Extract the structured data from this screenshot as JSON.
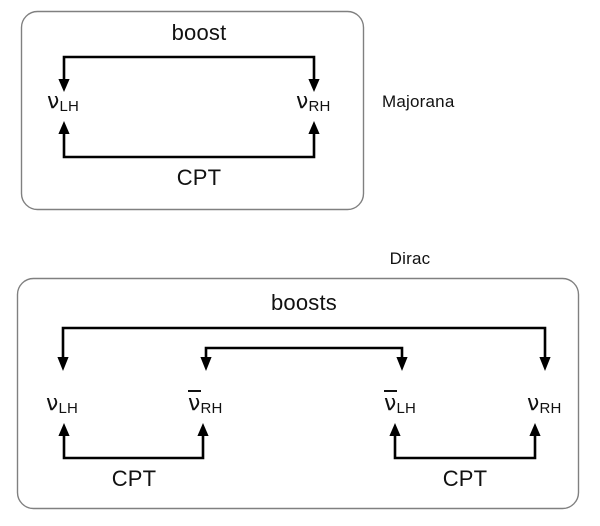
{
  "figure": {
    "background_color": "#ffffff",
    "ink_color": "#111111",
    "frame_color": "#808080"
  },
  "panels": [
    {
      "id": "majorana",
      "caption": "Majorana",
      "top_operation_label": "boost",
      "bottom_operation_labels": [
        "CPT"
      ],
      "states": [
        {
          "symbol": "ν",
          "bar": false,
          "subscript": "LH"
        },
        {
          "symbol": "ν",
          "bar": false,
          "subscript": "RH"
        }
      ]
    },
    {
      "id": "dirac",
      "caption": "Dirac",
      "top_operation_label": "boosts",
      "bottom_operation_labels": [
        "CPT",
        "CPT"
      ],
      "states": [
        {
          "symbol": "ν",
          "bar": false,
          "subscript": "LH"
        },
        {
          "symbol": "ν",
          "bar": true,
          "subscript": "RH"
        },
        {
          "symbol": "ν",
          "bar": true,
          "subscript": "LH"
        },
        {
          "symbol": "ν",
          "bar": false,
          "subscript": "RH"
        }
      ]
    }
  ]
}
